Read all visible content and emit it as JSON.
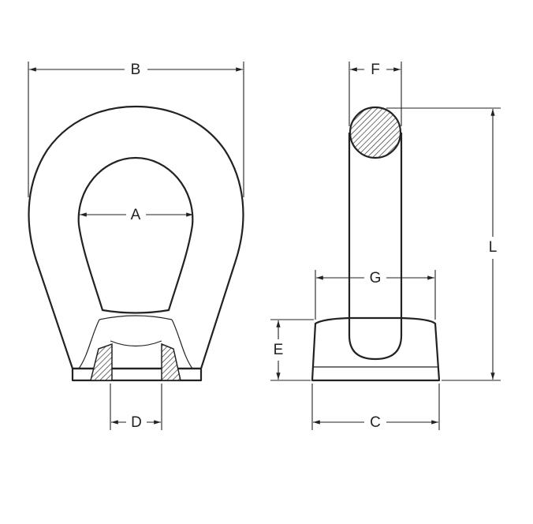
{
  "labels": {
    "A": "A",
    "B": "B",
    "C": "C",
    "D": "D",
    "E": "E",
    "F": "F",
    "G": "G",
    "L": "L"
  }
}
